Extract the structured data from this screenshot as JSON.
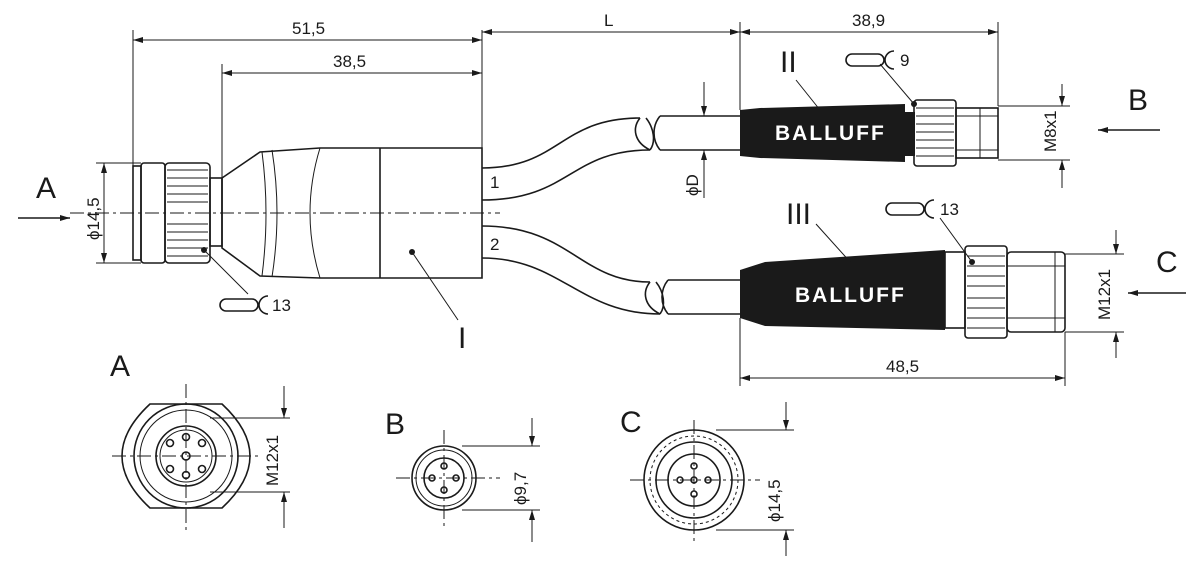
{
  "dimensions": {
    "overall_51_5": "51,5",
    "body_38_5": "38,5",
    "cable_L": "L",
    "conn2_38_9": "38,9",
    "conn3_48_5": "48,5",
    "dia_14_5_main": "ϕ14,5",
    "dia_D": "ϕD",
    "thread_m8": "M8x1",
    "thread_m12_conn3": "M12x1",
    "thread_m12_viewA": "M12x1",
    "dia_9_7": "ϕ9,7",
    "dia_14_5_viewC": "ϕ14,5"
  },
  "labels": {
    "part_I": "I",
    "part_II": "II",
    "part_III": "III",
    "cable_1": "1",
    "cable_2": "2",
    "arrow_A": "A",
    "arrow_B": "B",
    "arrow_C": "C",
    "view_A": "A",
    "view_B": "B",
    "view_C": "C"
  },
  "wrench": {
    "size_main": "13",
    "size_conn2": "9",
    "size_conn3": "13"
  },
  "brand": {
    "logo_conn2": "BALLUFF",
    "logo_conn3": "BALLUFF"
  }
}
